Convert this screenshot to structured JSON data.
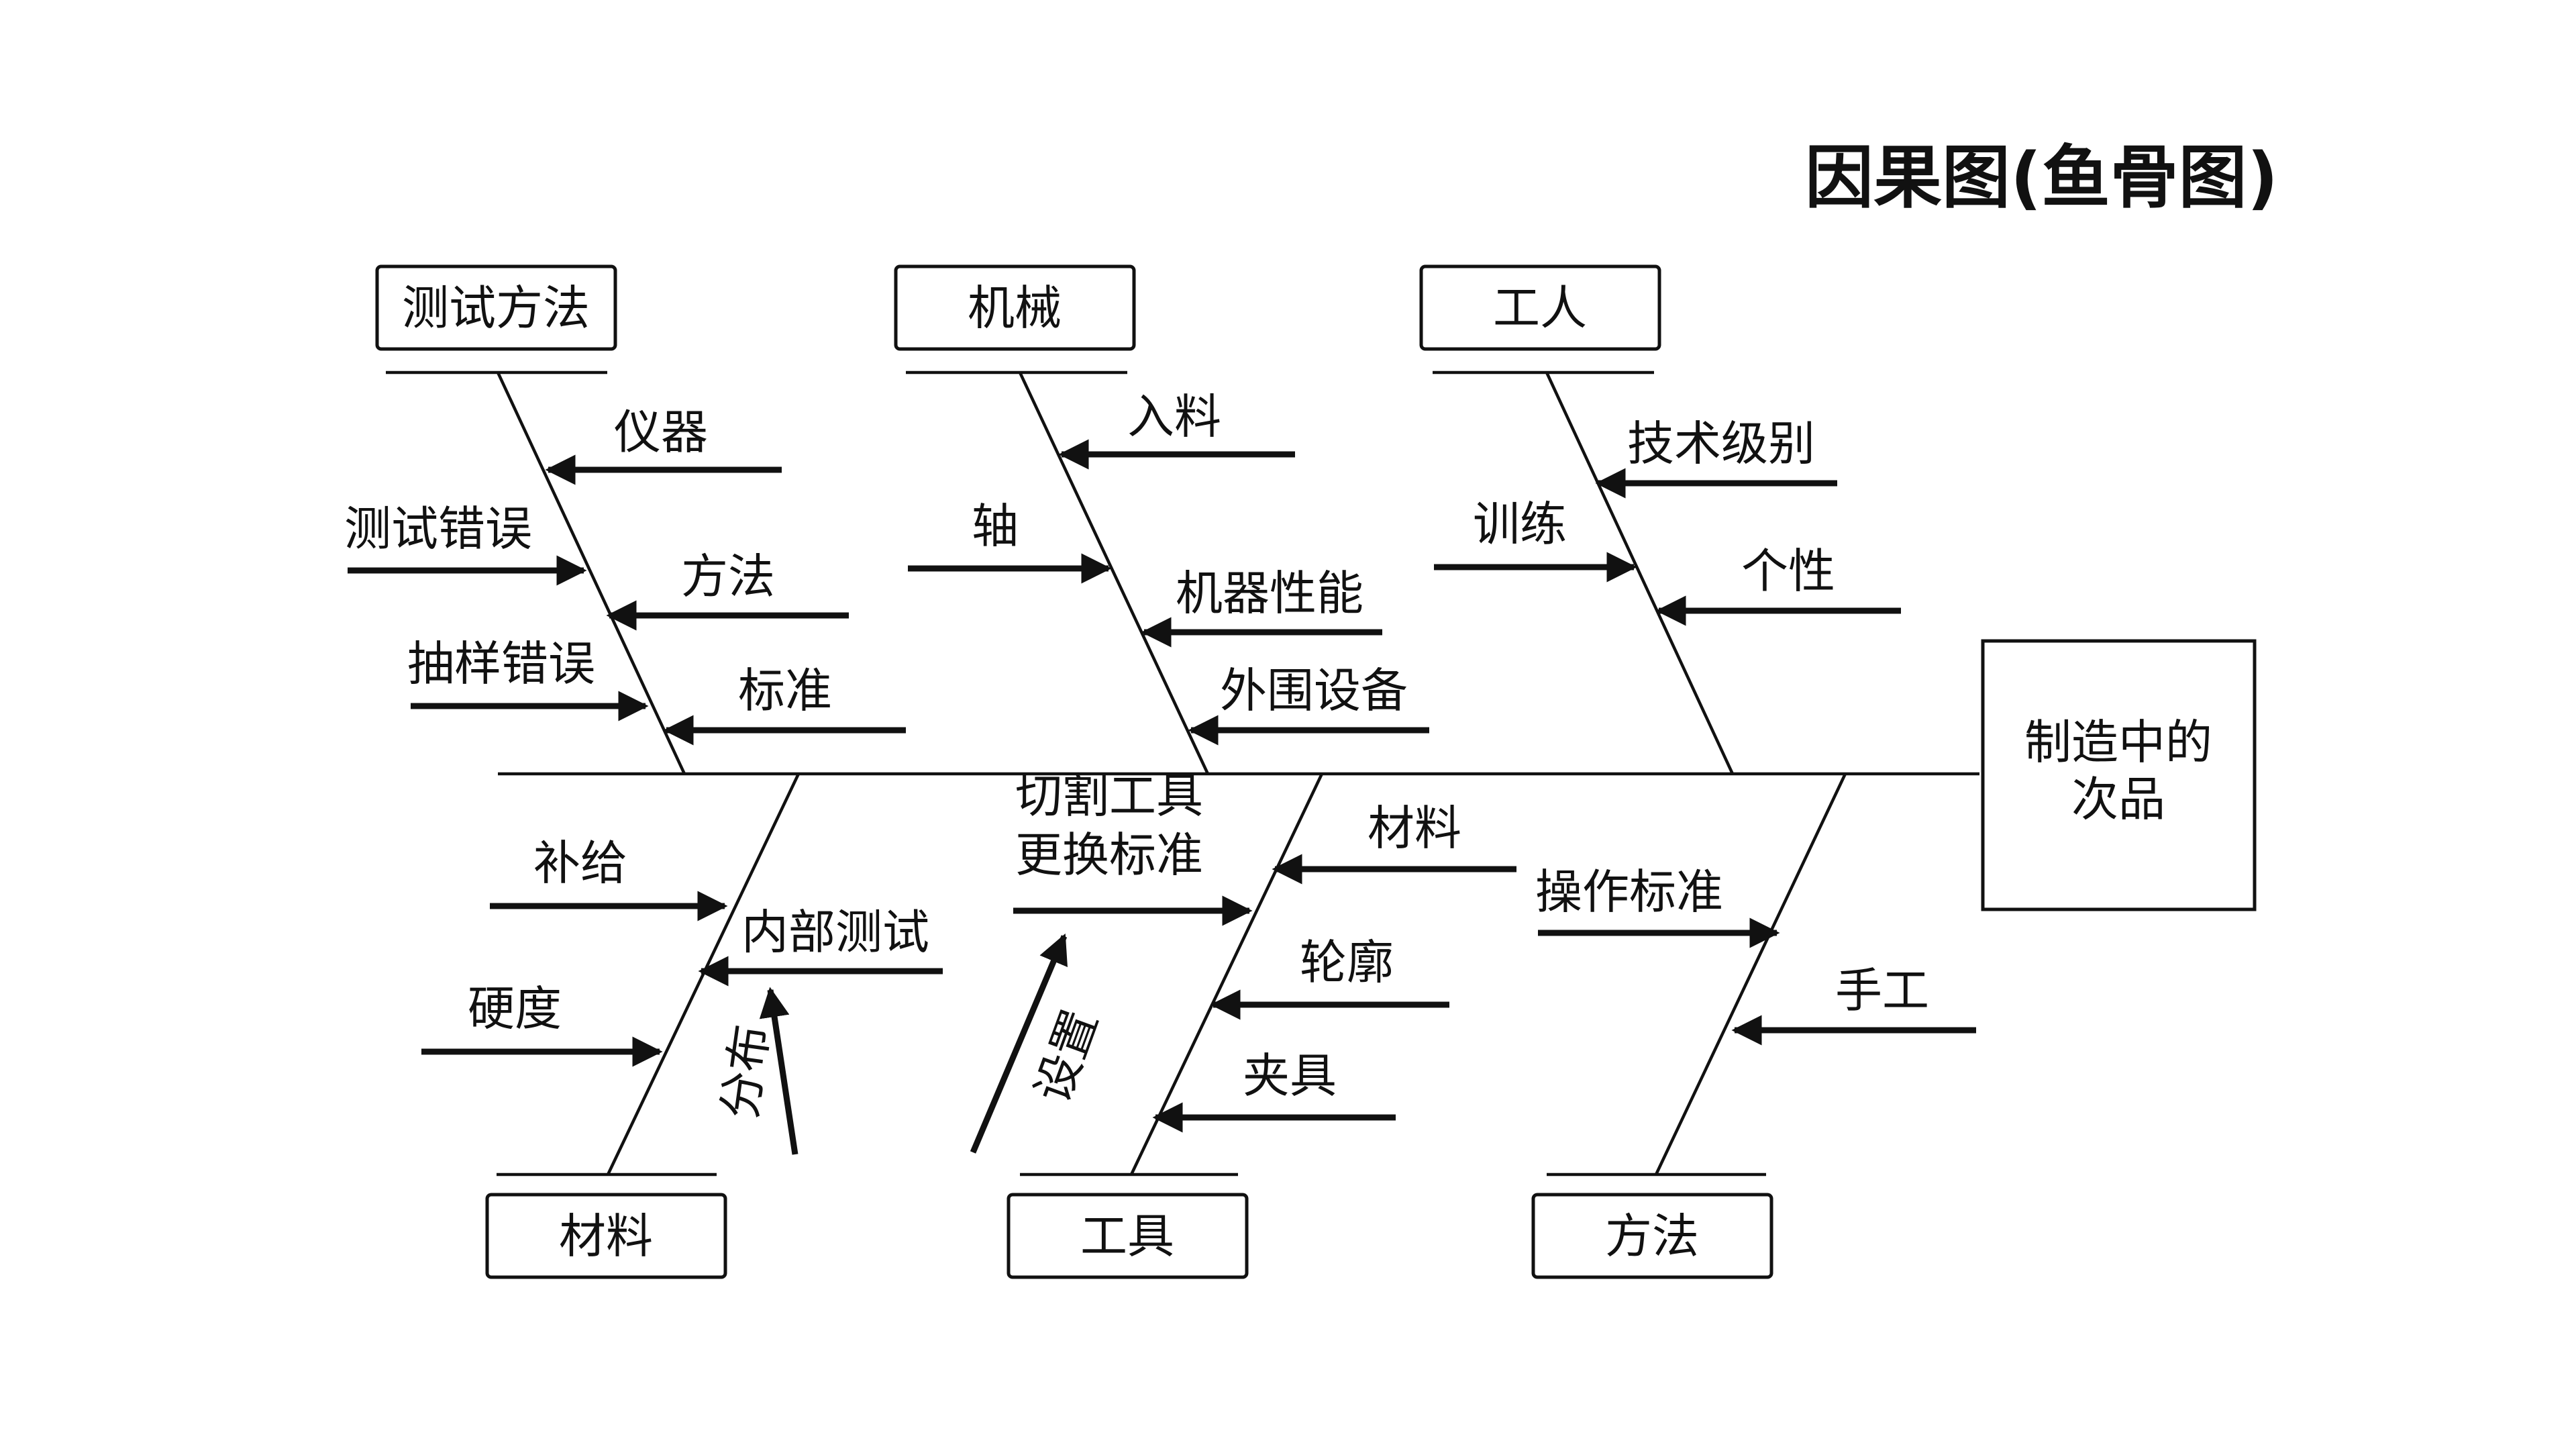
{
  "title": "因果图(鱼骨图)",
  "effect": {
    "line1": "制造中的",
    "line2": "次品"
  },
  "categories": {
    "test_method": "测试方法",
    "machinery": "机械",
    "worker": "工人",
    "material": "材料",
    "tool": "工具",
    "method": "方法"
  },
  "causes": {
    "test_method": [
      "仪器",
      "测试错误",
      "方法",
      "抽样错误",
      "标准"
    ],
    "machinery": [
      "入料",
      "轴",
      "机器性能",
      "外围设备"
    ],
    "worker": [
      "技术级别",
      "训练",
      "个性"
    ],
    "material": [
      "补给",
      "内部测试",
      "硬度",
      "分布"
    ],
    "tool": [
      "切割工具",
      "更换标准",
      "材料",
      "轮廓",
      "夹具",
      "设置"
    ],
    "method": [
      "操作标准",
      "手工"
    ]
  }
}
